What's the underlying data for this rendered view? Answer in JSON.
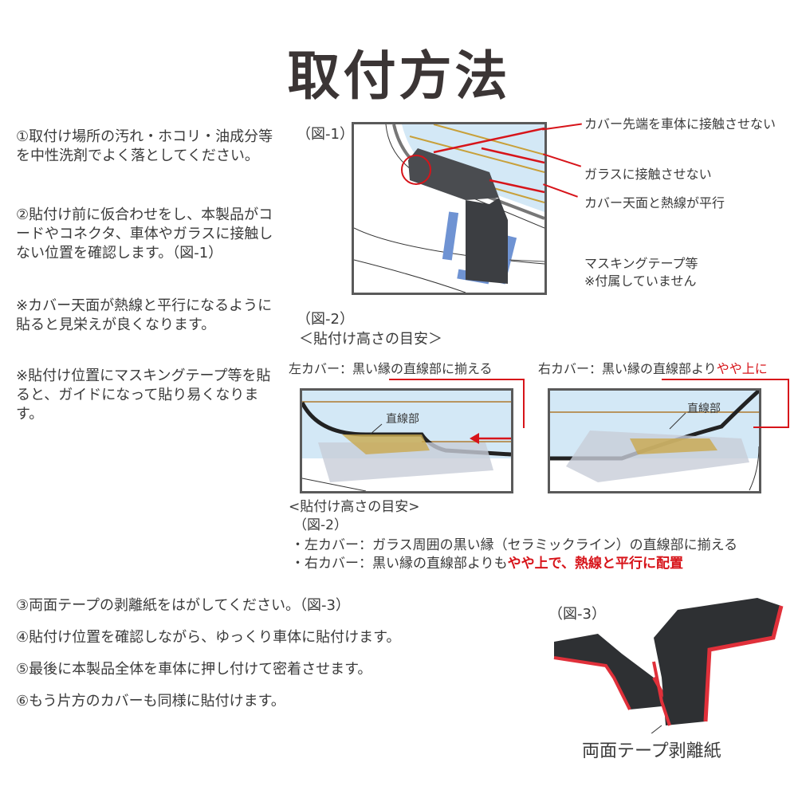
{
  "title": "取付方法",
  "steps_left": [
    {
      "num": "①",
      "text": "取付け場所の汚れ・ホコリ・油成分等を中性洗剤でよく落としてください。"
    },
    {
      "num": "②",
      "text": "貼付け前に仮合わせをし、本製品がコードやコネクタ、車体やガラスに接触しない位置を確認します。（図-1）"
    },
    {
      "num": "※",
      "text": "カバー天面が熱線と平行になるように貼ると見栄えが良くなります。"
    },
    {
      "num": "※",
      "text": "貼付け位置にマスキングテープ等を貼ると、ガイドになって貼り易くなります。"
    }
  ],
  "fig1": {
    "label": "（図-1）",
    "callouts": [
      "カバー先端を車体に接触させない",
      "ガラスに接触させない",
      "カバー天面と熱線が平行",
      "マスキングテープ等",
      "※付属していません"
    ]
  },
  "fig2": {
    "label": "（図-2）",
    "subtitle": "＜貼付け高さの目安＞",
    "left_caption": "左カバー：黒い縁の直線部に揃える",
    "right_caption_prefix": "右カバー：黒い縁の直線部より",
    "right_caption_emph": "やや上に",
    "straight_label": "直線部"
  },
  "guide": {
    "heading": "<貼付け高さの目安>",
    "fig_ref": "（図-2）",
    "left_line": "・左カバー：ガラス周囲の黒い縁（セラミックライン）の直線部に揃える",
    "right_line_prefix": "・右カバー：黒い縁の直線部よりも",
    "right_line_emph": "やや上で、熱線と平行に配置"
  },
  "steps_bottom": [
    "③両面テープの剥離紙をはがしてください。（図-3）",
    "④貼付け位置を確認しながら、ゆっくり車体に貼付けます。",
    "⑤最後に本製品全体を車体に押し付けて密着させます。",
    "⑥もう片方のカバーも同様に貼付けます。"
  ],
  "fig3": {
    "label": "（図-3）",
    "callout": "両面テープ剥離紙"
  },
  "colors": {
    "accent_red": "#d7141a",
    "glass_blue": "#cfe6f5",
    "heat_line": "#c8a03a",
    "cover_dark": "#3c3e42",
    "tape_blue": "#6f93d3"
  }
}
